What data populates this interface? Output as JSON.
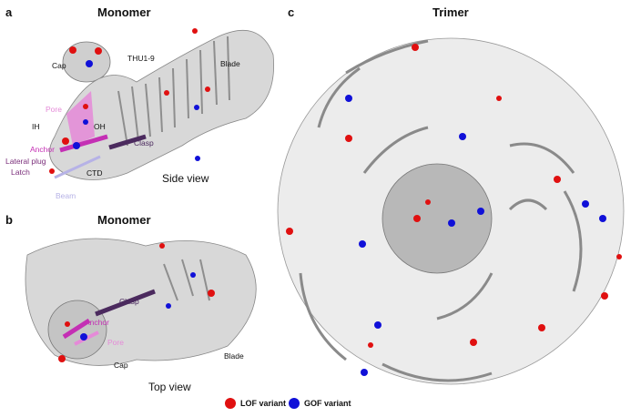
{
  "figure": {
    "panels": [
      {
        "letter": "a",
        "title": "Monomer",
        "view": "Side view"
      },
      {
        "letter": "b",
        "title": "Monomer",
        "view": "Top view"
      },
      {
        "letter": "c",
        "title": "Trimer"
      }
    ],
    "labels_a": {
      "cap": "Cap",
      "thu": "THU1-9",
      "blade": "Blade",
      "pore": "Pore",
      "ih": "IH",
      "oh": "OH",
      "anchor": "Anchor",
      "lateral_plug": "Lateral plug",
      "latch": "Latch",
      "ctd": "CTD",
      "clasp": "Clasp",
      "beam": "Beam"
    },
    "labels_b": {
      "clasp": "Clasp",
      "anchor": "Anchor",
      "pore": "Pore",
      "cap": "Cap",
      "blade": "Blade"
    },
    "legend": [
      {
        "label": "LOF variant",
        "color": "#e01010"
      },
      {
        "label": "GOF variant",
        "color": "#1010d8"
      }
    ],
    "colors": {
      "protein": "#a9a9a9",
      "protein_light": "#e6e6e6",
      "pore": "#e58ad8",
      "anchor": "#c42fb4",
      "clasp": "#4b2a5e",
      "beam": "#b6b2e6",
      "lof": "#e01010",
      "gof": "#1010d8"
    }
  }
}
